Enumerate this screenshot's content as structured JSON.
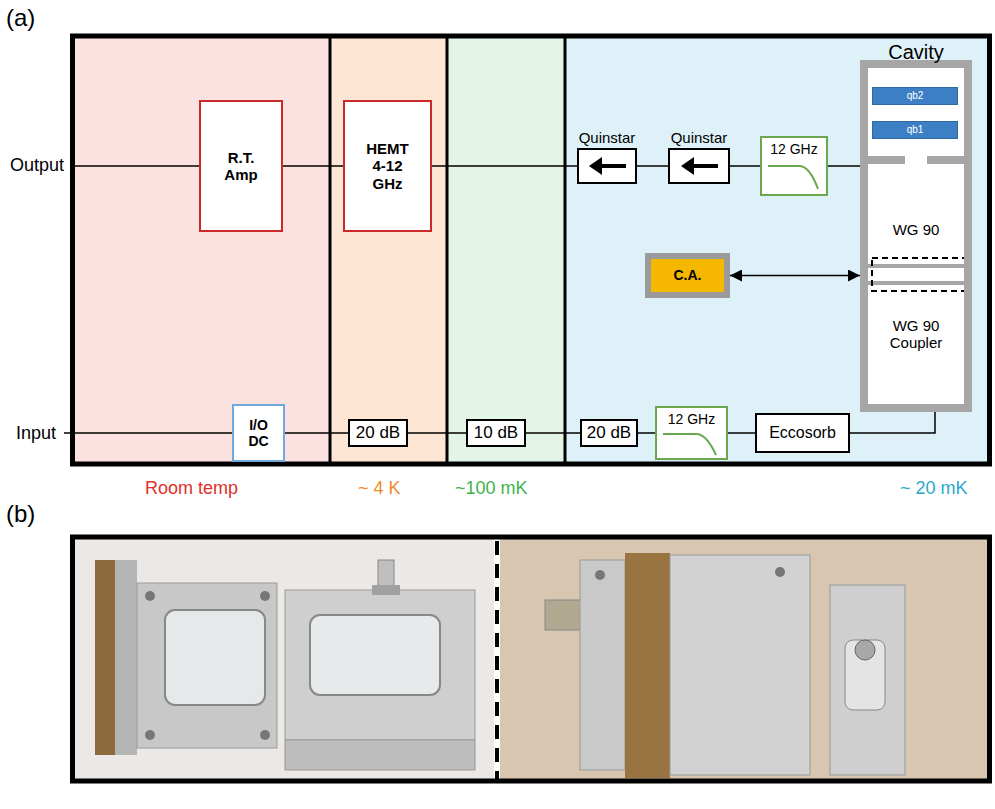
{
  "diagram": {
    "nodes": [
      {
        "text": [
          "R.T. Amp"
        ]
      },
      {
        "text": [
          "HEMT 4-12 GHz"
        ]
      },
      {
        "text": [
          "Quinstar"
        ]
      },
      {
        "text": [
          "Quinstar"
        ]
      },
      {
        "text": [
          "12 GHz"
        ]
      },
      {
        "text": [
          "Cavity"
        ]
      },
      {
        "text": [
          "qb2"
        ],
        "in": 5
      },
      {
        "text": [
          "qb1"
        ],
        "in": 5
      },
      {
        "text": [
          "WG 90"
        ],
        "in": 5
      },
      {
        "text": [
          "WG 90 Coupler"
        ],
        "in": 5
      },
      {
        "text": [
          "C.A."
        ]
      },
      {
        "text": [
          "I/O DC"
        ]
      },
      {
        "text": [
          "20 dB"
        ]
      },
      {
        "text": [
          "10 dB"
        ]
      },
      {
        "text": [
          "20 dB"
        ]
      },
      {
        "text": [
          "12 GHz"
        ]
      },
      {
        "text": [
          "Eccosorb"
        ]
      }
    ],
    "edges": [
      {
        "from": 0,
        "to": 1,
        "arrow": "none"
      },
      {
        "from": 1,
        "to": 2,
        "arrow": "none"
      },
      {
        "from": 2,
        "to": 3,
        "arrow": "none"
      },
      {
        "from": 3,
        "to": 4,
        "arrow": "none"
      },
      {
        "from": 4,
        "to": 5,
        "arrow": "none"
      },
      {
        "from": 10,
        "to": 5,
        "arrow": "both"
      },
      {
        "from": 11,
        "to": 12,
        "arrow": "none"
      },
      {
        "from": 12,
        "to": 13,
        "arrow": "none"
      },
      {
        "from": 13,
        "to": 14,
        "arrow": "none"
      },
      {
        "from": 14,
        "to": 15,
        "arrow": "none"
      },
      {
        "from": 15,
        "to": 16,
        "arrow": "none"
      },
      {
        "from": 16,
        "to": 5,
        "arrow": "none"
      }
    ],
    "labels": [
      "(a)",
      "Output",
      "Input",
      "Room temp",
      "~ 4 K",
      "~100 mK",
      "~ 20 mK",
      "(b)"
    ]
  }
}
